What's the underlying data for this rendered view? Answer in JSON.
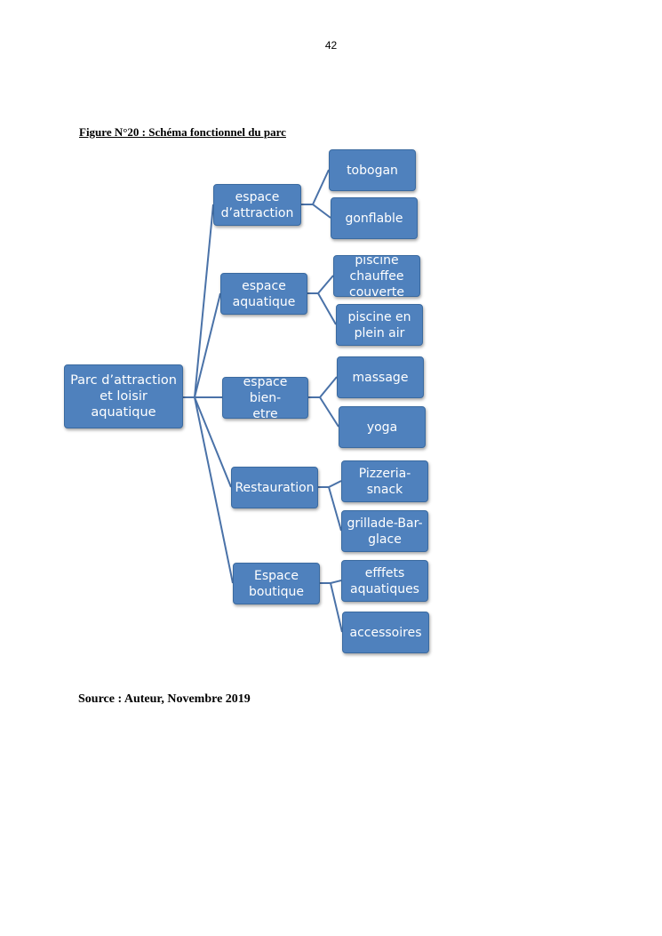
{
  "page": {
    "number": "42"
  },
  "figure": {
    "caption": "Figure N°20 :  Schéma fonctionnel du parc"
  },
  "source": {
    "text": "Source : Auteur, Novembre 2019"
  },
  "colors": {
    "node_fill": "#4f81bd",
    "node_border": "#3a6aa0",
    "connector": "#4a72a8",
    "node_text": "#ffffff"
  },
  "diagram": {
    "root": "Parc d’attraction\net loisir\naquatique",
    "branches": [
      {
        "label": "espace\nd’attraction",
        "leaves": [
          "tobogan",
          "gonflable"
        ]
      },
      {
        "label": "espace\naquatique",
        "leaves": [
          "piscine\nchauffee\ncouverte",
          "piscine en\nplein air"
        ]
      },
      {
        "label": "espace bien-\netre",
        "leaves": [
          "massage",
          "yoga"
        ]
      },
      {
        "label": "Restauration",
        "leaves": [
          "Pizzeria-\nsnack",
          "grillade-Bar-\nglace"
        ]
      },
      {
        "label": "Espace\nboutique",
        "leaves": [
          "efffets\naquatiques",
          "accessoires"
        ]
      }
    ]
  }
}
